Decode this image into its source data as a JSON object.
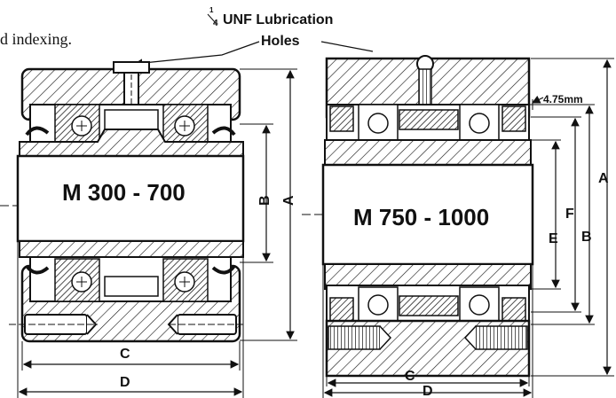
{
  "caption_fragment": "d indexing.",
  "lubrication": {
    "fraction_numerator": "1",
    "fraction_denominator": "4",
    "line1": "UNF Lubrication",
    "line2": "Holes"
  },
  "left_unit": {
    "model": "M 300 - 700",
    "dim_a": "A",
    "dim_b": "B",
    "dim_c": "C",
    "dim_d": "D"
  },
  "right_unit": {
    "model": "M 750 - 1000",
    "dim_a": "A",
    "dim_b": "B",
    "dim_c": "C",
    "dim_d": "D",
    "dim_e": "E",
    "dim_f": "F",
    "offset": "4.75mm"
  }
}
